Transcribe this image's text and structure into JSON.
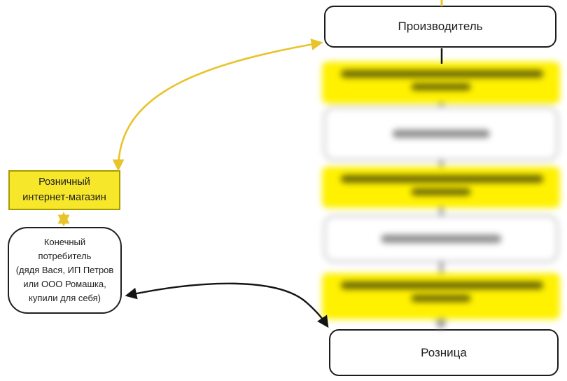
{
  "page": {
    "background": "#ffffff"
  },
  "nodes": {
    "manufacturer": {
      "label": "Производитель",
      "fill": "#ffffff",
      "border": "#1c1c1c"
    },
    "retail": {
      "label": "Розница",
      "fill": "#ffffff",
      "border": "#1c1c1c"
    },
    "online_store": {
      "label": "Розничный\nинтернет-магазин",
      "fill": "#f7e72a",
      "border": "#a89b00"
    },
    "end_consumer": {
      "label": "Конечный\nпотребитель\n(дядя Вася, ИП Петров\nили ООО Ромашка,\nкупили для себя)",
      "fill": "#ffffff",
      "border": "#1f1f1f"
    },
    "blurred_chain": {
      "description": "five blurred (unreadable) intermediary boxes between manufacturer and retail",
      "boxes": [
        {
          "style": "yellow",
          "text_lines": 2
        },
        {
          "style": "white",
          "text_lines": 1
        },
        {
          "style": "yellow",
          "text_lines": 2
        },
        {
          "style": "white",
          "text_lines": 1
        },
        {
          "style": "yellow",
          "text_lines": 2
        }
      ]
    }
  },
  "arrows": {
    "colors": {
      "yellow": "#e9c32a",
      "black": "#141414",
      "blurred_gray": "#8f8f8f"
    },
    "links": [
      {
        "from": "online_store",
        "to": "manufacturer",
        "color": "yellow",
        "bidirectional": true,
        "shape": "curved"
      },
      {
        "from": "online_store",
        "to": "end_consumer",
        "color": "yellow",
        "bidirectional": true,
        "shape": "straight"
      },
      {
        "from": "end_consumer",
        "to": "retail",
        "color": "black",
        "bidirectional": true,
        "shape": "curved"
      },
      {
        "from": "manufacturer",
        "to": "blurred_chain",
        "color": "black",
        "bidirectional": false,
        "shape": "straight"
      },
      {
        "from": "blurred_chain",
        "to": "retail",
        "color": "blurred_gray",
        "bidirectional": false,
        "shape": "straight"
      },
      {
        "from": "offscreen_top",
        "to": "manufacturer",
        "color": "yellow",
        "bidirectional": false,
        "shape": "straight"
      }
    ]
  }
}
